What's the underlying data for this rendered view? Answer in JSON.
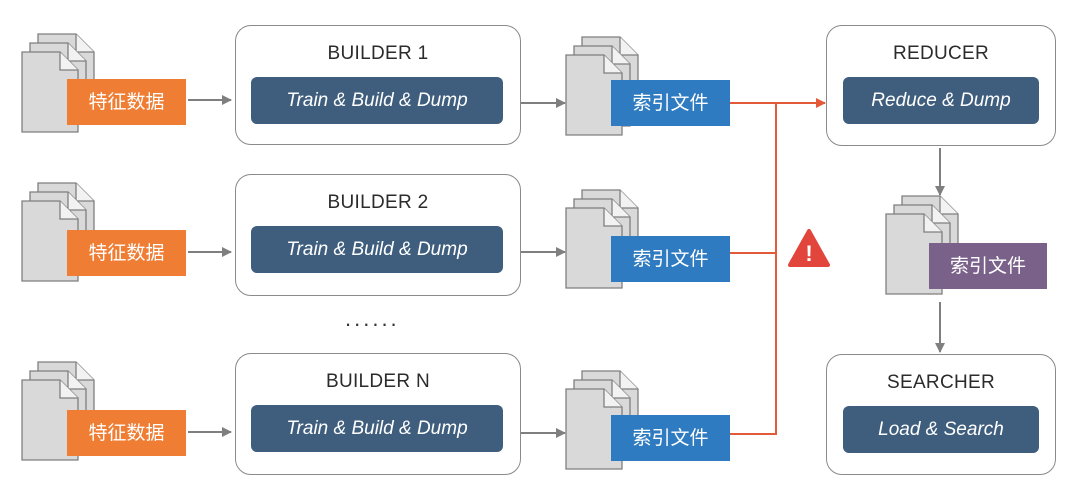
{
  "inputs": [
    {
      "label": "特征数据"
    },
    {
      "label": "特征数据"
    },
    {
      "label": "特征数据"
    }
  ],
  "builders": [
    {
      "title": "BUILDER 1",
      "action": "Train & Build & Dump"
    },
    {
      "title": "BUILDER 2",
      "action": "Train & Build & Dump"
    },
    {
      "title": "BUILDER N",
      "action": "Train & Build & Dump"
    }
  ],
  "ellipsis": "......",
  "index_files": [
    {
      "label": "索引文件"
    },
    {
      "label": "索引文件"
    },
    {
      "label": "索引文件"
    }
  ],
  "reducer": {
    "title": "REDUCER",
    "action": "Reduce & Dump"
  },
  "merged_index": {
    "label": "索引文件"
  },
  "searcher": {
    "title": "SEARCHER",
    "action": "Load & Search"
  },
  "warning": {
    "symbol": "!"
  },
  "colors": {
    "input_tag": "#ef7d33",
    "index_tag": "#2f7bc1",
    "merged_tag": "#7a6189",
    "pill": "#3f5e7e",
    "merge_line": "#e25a3a",
    "arrow": "#7f7f7f"
  }
}
